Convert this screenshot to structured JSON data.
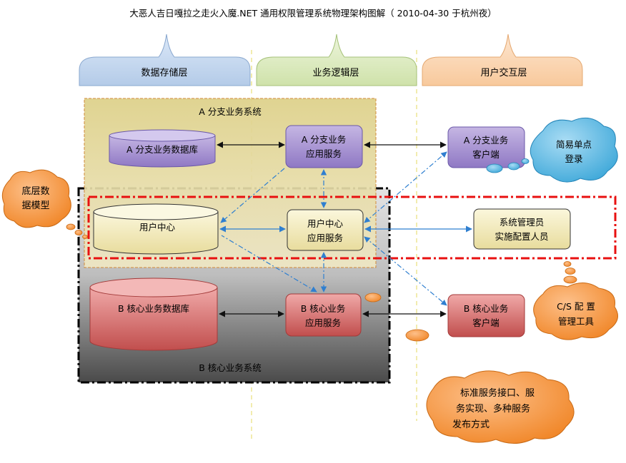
{
  "title": "大恶人吉日嘎拉之走火入魔.NET 通用权限管理系统物理架构图解（ 2010-04-30 于杭州夜）",
  "layers": {
    "data": "数据存储层",
    "logic": "业务逻辑层",
    "ui": "用户交互层"
  },
  "regions": {
    "branch": "A 分支业务系统",
    "core": "B 核心业务系统"
  },
  "nodes": {
    "branch_db": "A 分支业务数据库",
    "branch_service": [
      "A 分支业务",
      "应用服务"
    ],
    "branch_client": [
      "A 分支业务",
      "客户端"
    ],
    "user_center_db": "用户中心",
    "user_center_service": [
      "用户中心",
      "应用服务"
    ],
    "admin": [
      "系统管理员",
      "实施配置人员"
    ],
    "core_db": "B 核心业务数据库",
    "core_service": [
      "B 核心业务",
      "应用服务"
    ],
    "core_client": [
      "B 核心业务",
      "客户端"
    ]
  },
  "callouts": {
    "sso": [
      "简易单点",
      "登录"
    ],
    "data_model": [
      "底层数",
      "据模型"
    ],
    "cs_tool": [
      "C/S  配 置",
      "管理工具"
    ],
    "service": [
      "标准服务接口、服",
      "务实现、多种服务",
      "发布方式"
    ]
  }
}
